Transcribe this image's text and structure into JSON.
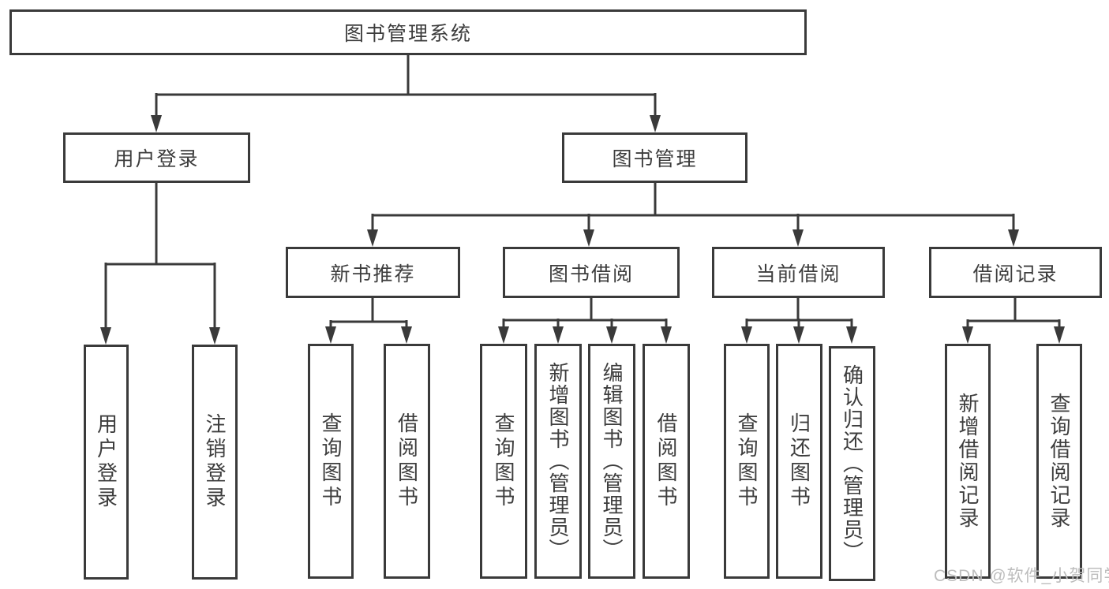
{
  "diagram": {
    "root": {
      "label": "图书管理系统"
    },
    "level2": {
      "user_login": {
        "label": "用户登录"
      },
      "book_management": {
        "label": "图书管理"
      }
    },
    "level3": {
      "new_book_recommend": {
        "label": "新书推荐"
      },
      "book_borrow": {
        "label": "图书借阅"
      },
      "current_borrow": {
        "label": "当前借阅"
      },
      "borrow_records": {
        "label": "借阅记录"
      }
    },
    "leaves": {
      "user_login": [
        "用户登录",
        "注销登录"
      ],
      "new_book_recommend": [
        "查询图书",
        "借阅图书"
      ],
      "book_borrow": [
        "查询图书",
        "新增图书（管理员）",
        "编辑图书（管理员）",
        "借阅图书"
      ],
      "current_borrow": [
        "查询图书",
        "归还图书",
        "确认归还（管理员）"
      ],
      "borrow_records": [
        "新增借阅记录",
        "查询借阅记录"
      ]
    }
  },
  "watermark": "CSDN @软件_小贺同学",
  "colors": {
    "line": "#3a3a3a",
    "text": "#3d3d3d",
    "watermark": "#bdbdbd",
    "background": "#ffffff"
  }
}
